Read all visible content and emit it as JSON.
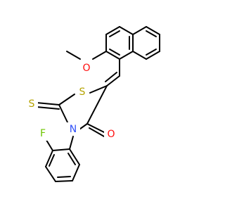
{
  "atoms": {
    "methoxy_methyl_label": "",
    "methoxy_oxygen": "O",
    "ring_sulfur": "S",
    "thione_sulfur": "S",
    "ring_nitrogen": "N",
    "carbonyl_oxygen": "O",
    "fluorine": "F"
  },
  "colors": {
    "oxygen": "#ff0d0d",
    "sulfur": "#b5a300",
    "nitrogen": "#3050f8",
    "fluorine": "#6ec500",
    "carbon_bond": "#000000"
  }
}
